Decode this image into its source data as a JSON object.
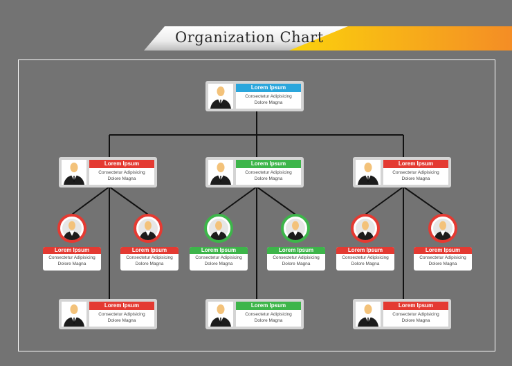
{
  "title": "Organization Chart",
  "colors": {
    "background": "#737373",
    "red": "#e43a32",
    "green": "#3db54a",
    "blue": "#2aa6dc",
    "accent_yellow": "#f9c610",
    "accent_orange": "#f48d25"
  },
  "root": {
    "name": "Lorem Ipsum",
    "line1": "Consectetur Adipisicing",
    "line2": "Dolore Magna",
    "color": "blue",
    "icon": "person-icon"
  },
  "managers": [
    {
      "name": "Lorem Ipsum",
      "line1": "Consectetur Adipisicing",
      "line2": "Dolore Magna",
      "color": "red",
      "icon": "person-icon"
    },
    {
      "name": "Lorem Ipsum",
      "line1": "Consectetur Adipisicing",
      "line2": "Dolore Magna",
      "color": "green",
      "icon": "person-icon"
    },
    {
      "name": "Lorem Ipsum",
      "line1": "Consectetur Adipisicing",
      "line2": "Dolore Magna",
      "color": "red",
      "icon": "person-icon"
    }
  ],
  "staff": [
    {
      "name": "Lorem Ipsum",
      "line1": "Consectetur Adipisicing",
      "line2": "Dolore Magna",
      "color": "red",
      "icon": "person-icon"
    },
    {
      "name": "Lorem Ipsum",
      "line1": "Consectetur Adipisicing",
      "line2": "Dolore Magna",
      "color": "red",
      "icon": "person-icon"
    },
    {
      "name": "Lorem Ipsum",
      "line1": "Consectetur Adipisicing",
      "line2": "Dolore Magna",
      "color": "green",
      "icon": "person-icon"
    },
    {
      "name": "Lorem Ipsum",
      "line1": "Consectetur Adipisicing",
      "line2": "Dolore Magna",
      "color": "green",
      "icon": "person-icon"
    },
    {
      "name": "Lorem Ipsum",
      "line1": "Consectetur Adipisicing",
      "line2": "Dolore Magna",
      "color": "red",
      "icon": "person-icon"
    },
    {
      "name": "Lorem Ipsum",
      "line1": "Consectetur Adipisicing",
      "line2": "Dolore Magna",
      "color": "red",
      "icon": "person-icon"
    }
  ],
  "bottom": [
    {
      "name": "Lorem Ipsum",
      "line1": "Consectetur Adipisicing",
      "line2": "Dolore Magna",
      "color": "red",
      "icon": "person-icon"
    },
    {
      "name": "Lorem Ipsum",
      "line1": "Consectetur Adipisicing",
      "line2": "Dolore Magna",
      "color": "green",
      "icon": "person-icon"
    },
    {
      "name": "Lorem Ipsum",
      "line1": "Consectetur Adipisicing",
      "line2": "Dolore Magna",
      "color": "red",
      "icon": "person-icon"
    }
  ]
}
